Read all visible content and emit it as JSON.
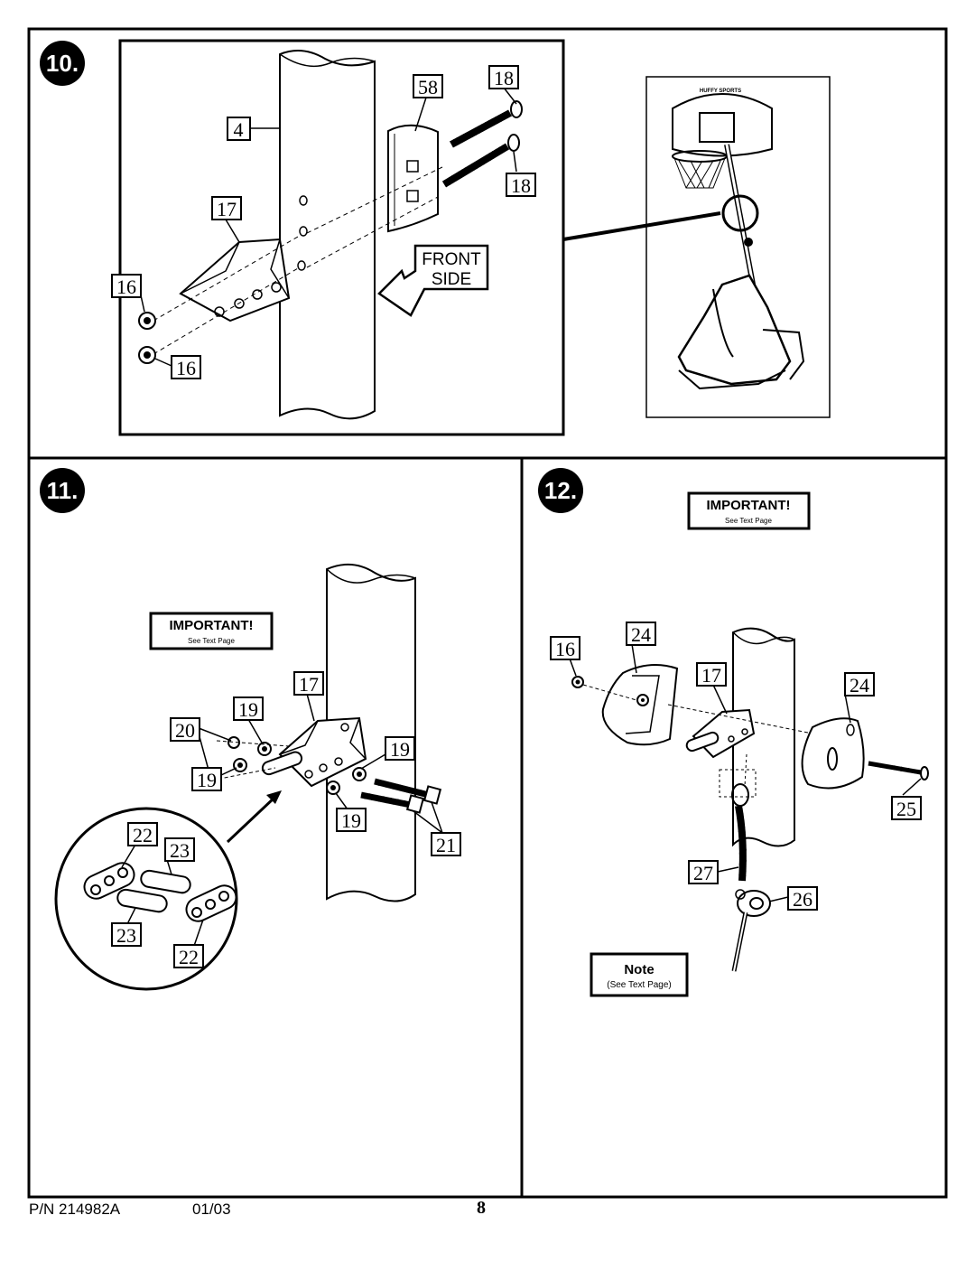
{
  "steps": {
    "s10": "10.",
    "s11": "11.",
    "s12": "12."
  },
  "step10": {
    "labels": {
      "pole": "4",
      "plate": "58",
      "bolt_top": "18",
      "bolt_bottom": "18",
      "bracket": "17",
      "nut_top": "16",
      "nut_bottom": "16"
    },
    "front_side": [
      "FRONT",
      "SIDE"
    ],
    "hoop_brand": "HUFFY SPORTS"
  },
  "step11": {
    "important_title": "IMPORTANT!",
    "important_sub": "See Text Page",
    "labels": {
      "bracket": "17",
      "washer_a": "19",
      "nut": "20",
      "washer_b": "19",
      "washer_c": "19",
      "washer_d": "19",
      "bolts": "21",
      "plate_a": "22",
      "spacer_a": "23",
      "spacer_b": "23",
      "plate_b": "22"
    }
  },
  "step12": {
    "important_title": "IMPORTANT!",
    "important_sub": "See Text Page",
    "labels": {
      "nut": "16",
      "cover_left": "24",
      "bracket": "17",
      "cover_right": "24",
      "bolt": "25",
      "lanyard": "27",
      "pin": "26"
    },
    "note_title": "Note",
    "note_sub": "(See Text Page)"
  },
  "footer": {
    "part_number": "P/N 214982A",
    "date": "01/03",
    "page": "8"
  }
}
